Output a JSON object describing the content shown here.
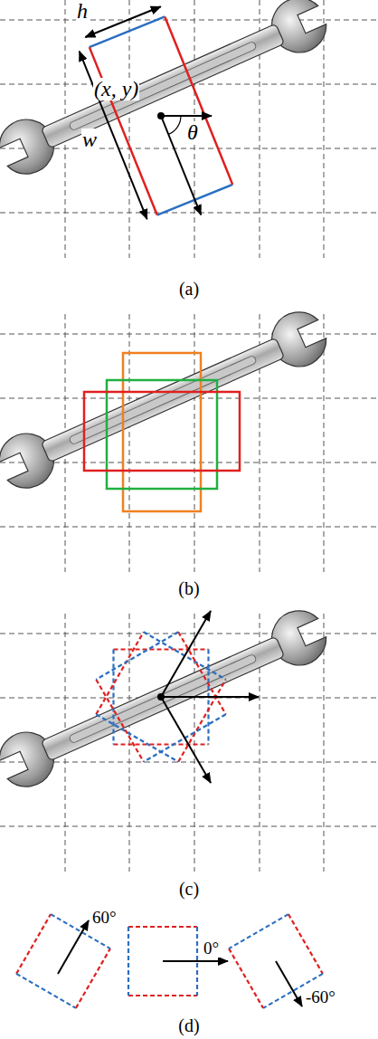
{
  "diagram": {
    "labels": [
      "h",
      "(x, y)",
      "w",
      "θ",
      "(a)",
      "(b)",
      "(c)",
      "(d)",
      "60°",
      "0°",
      "-60°"
    ]
  }
}
